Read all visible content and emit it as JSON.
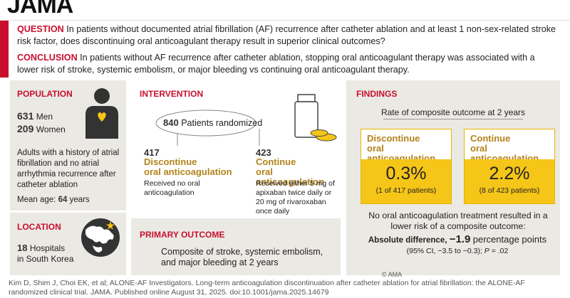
{
  "logo": "JAMA",
  "question": {
    "label": "QUESTION",
    "text": "In patients without documented atrial fibrillation (AF) recurrence after catheter ablation and at least 1 non-sex-related stroke risk factor, does discontinuing oral anticoagulant therapy result in superior clinical outcomes?"
  },
  "conclusion": {
    "label": "CONCLUSION",
    "text": "In patients without AF recurrence after catheter ablation, stopping oral anticoagulant therapy was associated with a lower risk of stroke, systemic embolism, or major bleeding vs continuing oral anticoagulant therapy."
  },
  "population": {
    "title": "POPULATION",
    "men_count": "631",
    "men_label": "Men",
    "women_count": "209",
    "women_label": "Women",
    "description": "Adults with a history of atrial fibrillation and no atrial arrhythmia recurrence after catheter ablation",
    "mean_age_label": "Mean age:",
    "mean_age_value": "64",
    "mean_age_unit": "years"
  },
  "location": {
    "title": "LOCATION",
    "count": "18",
    "label_line1": "Hospitals",
    "label_line2": "in South Korea"
  },
  "intervention": {
    "title": "INTERVENTION",
    "randomized_count": "840",
    "randomized_label": "Patients randomized",
    "arm1": {
      "count": "417",
      "title_line1": "Discontinue",
      "title_line2": "oral anticoagulation",
      "desc": "Received no oral anticoagulation"
    },
    "arm2": {
      "count": "423",
      "title_line1": "Continue",
      "title_line2": "oral anticoagulation",
      "desc": "Received either 5 mg of apixaban twice daily or 20 mg of rivaroxaban once daily"
    }
  },
  "primary_outcome": {
    "title": "PRIMARY OUTCOME",
    "text": "Composite of stroke, systemic embolism, and major bleeding at 2 years"
  },
  "findings": {
    "title": "FINDINGS",
    "subtitle": "Rate of composite outcome at 2 years",
    "card1": {
      "title_line1": "Discontinue",
      "title_line2": "oral anticoagulation",
      "pct": "0.3%",
      "sub": "(1 of 417 patients)"
    },
    "card2": {
      "title_line1": "Continue",
      "title_line2": "oral anticoagulation",
      "pct": "2.2%",
      "sub": "(8 of 423 patients)"
    },
    "summary": "No oral anticoagulation treatment resulted in a lower risk of a composite outcome:",
    "diff_label": "Absolute difference,",
    "diff_value": "−1.9",
    "diff_unit": "percentage points",
    "ci": "(95% CI, −3.5 to −0.3);",
    "p_label": "P",
    "p_value": "= .02",
    "copyright": "© AMA"
  },
  "footer": "Kim D, Shim J, Choi EK, et al; ALONE-AF Investigators. Long-term anticoagulation discontinuation after catheter ablation for atrial fibrillation: the ALONE-AF randomized clinical trial. JAMA. Published online August 31, 2025. doi:10.1001/jama.2025.14679",
  "colors": {
    "accent_red": "#c8102e",
    "gold": "#f5c518",
    "gold_text": "#b3831a",
    "panel_bg": "#ebe9e4"
  }
}
